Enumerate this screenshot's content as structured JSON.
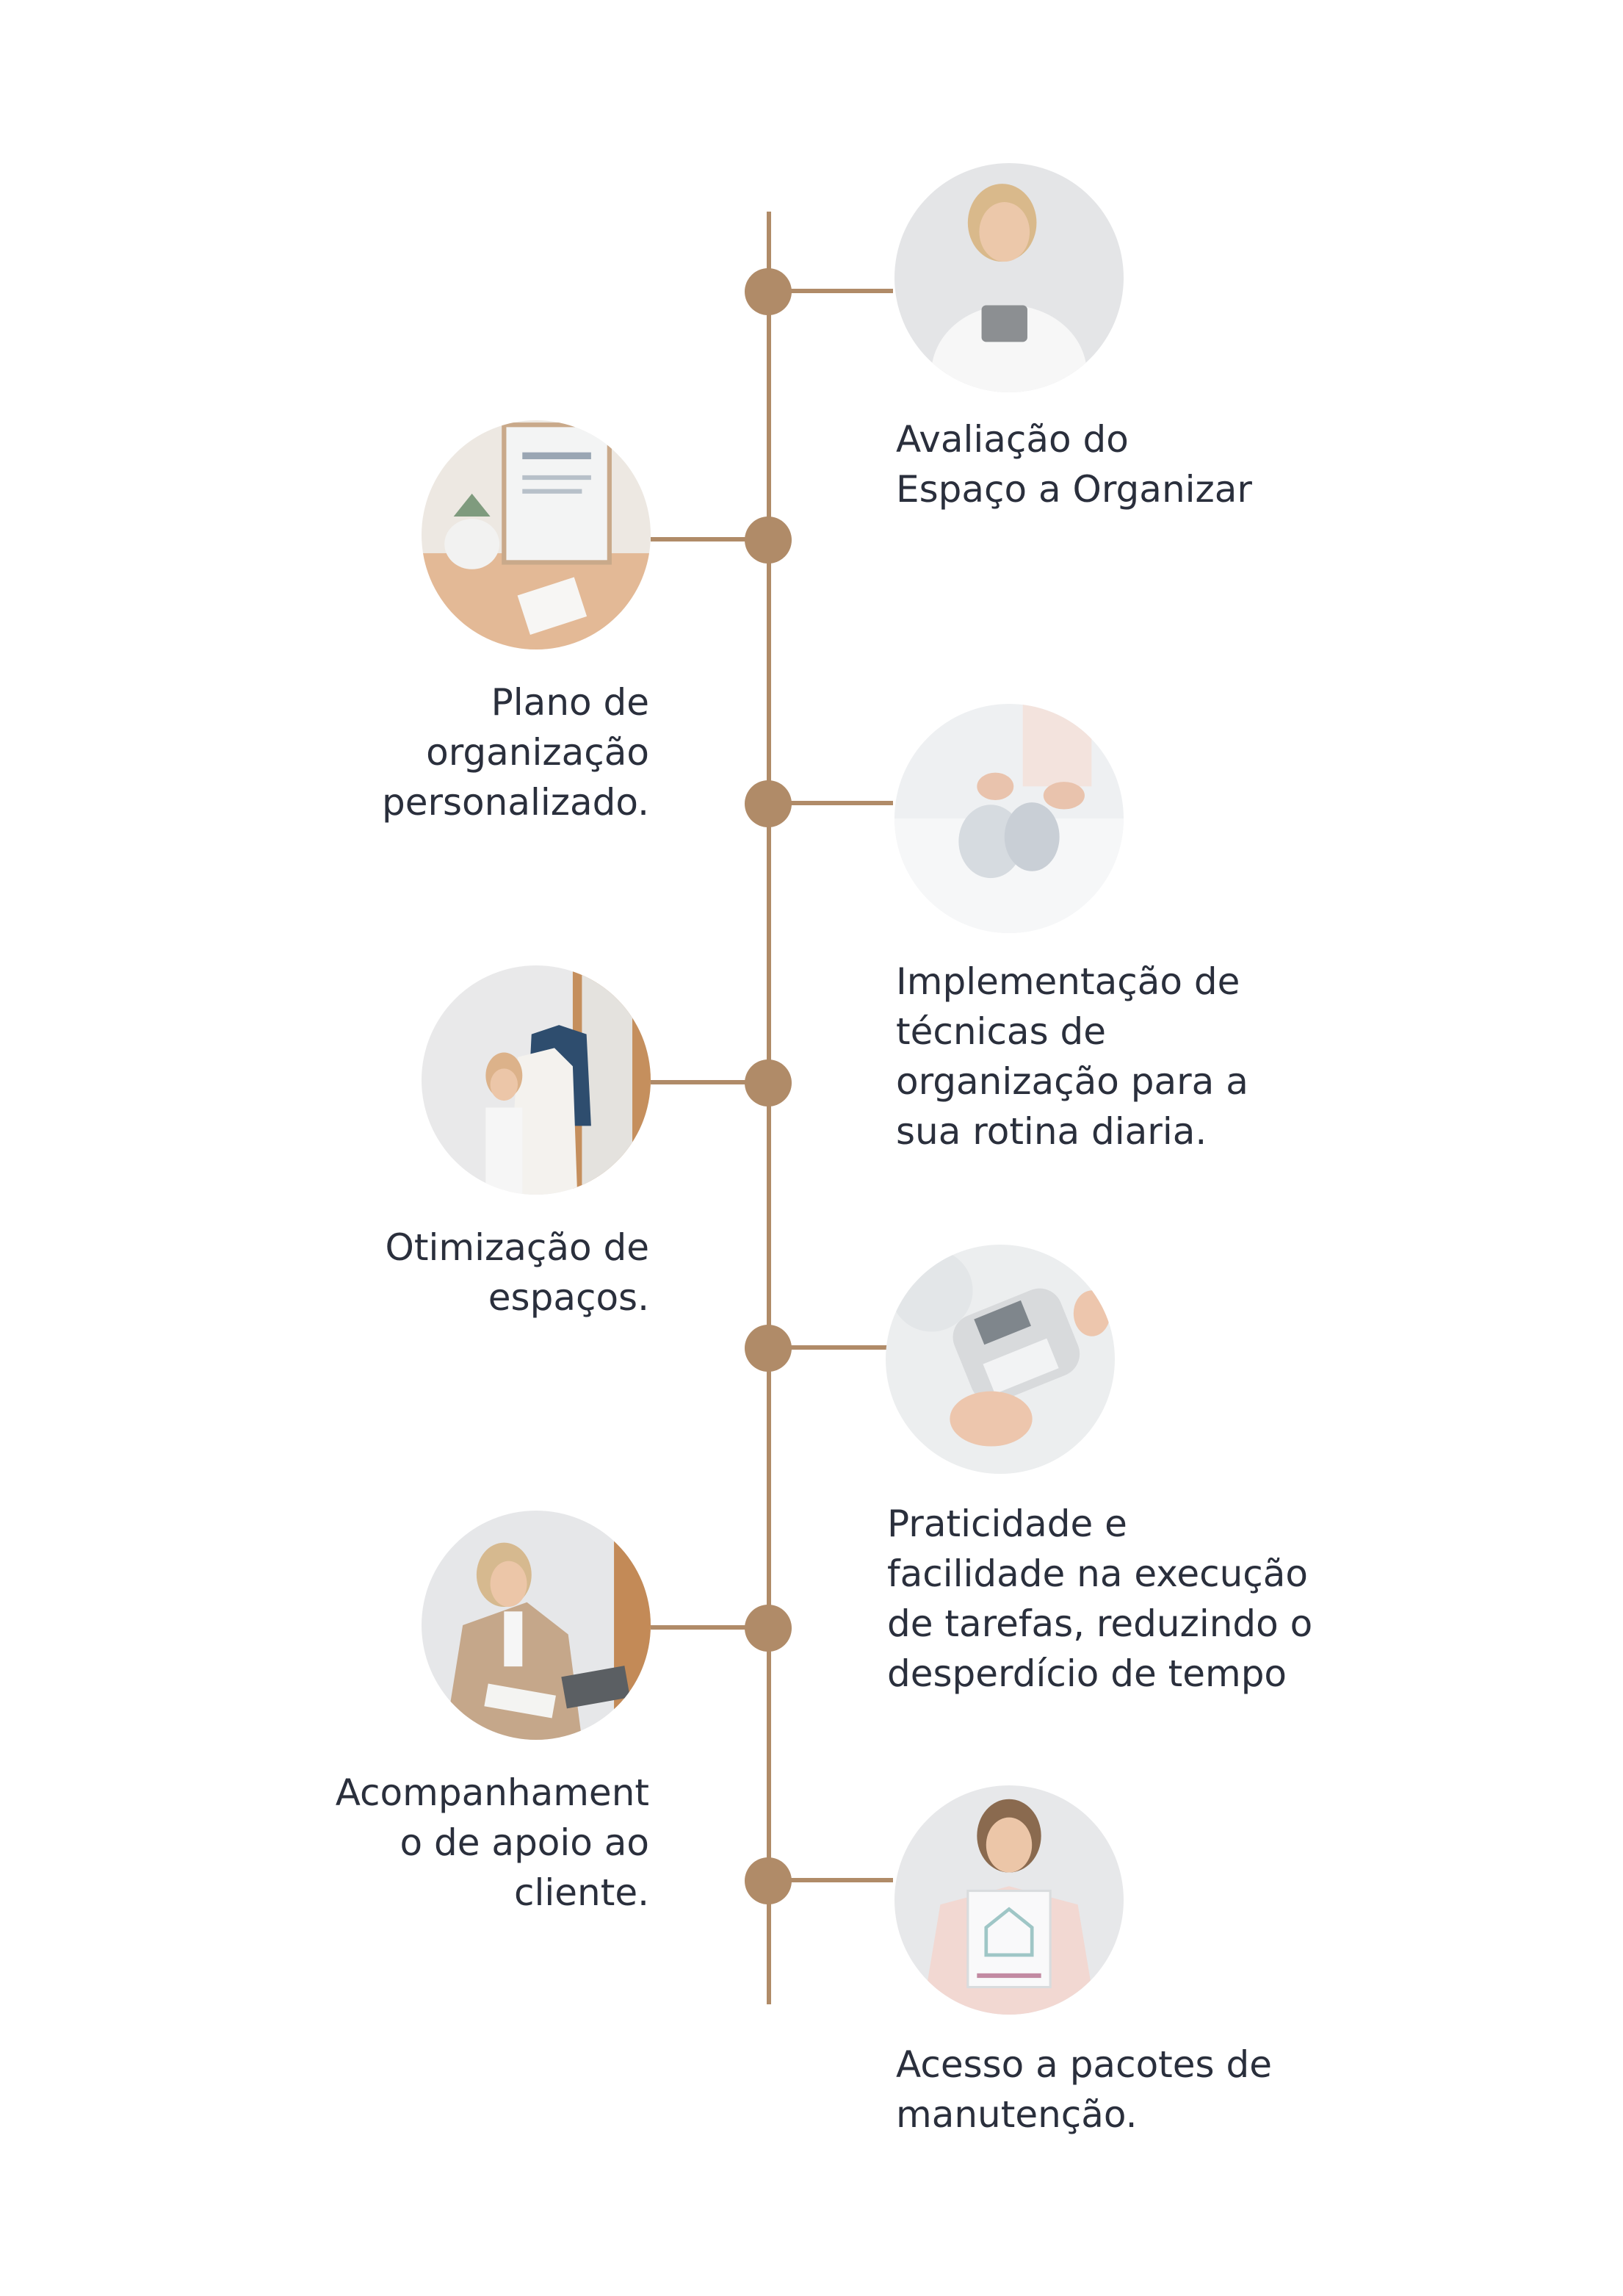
{
  "colors": {
    "accent": "#b08b68",
    "text": "#2a2f3c",
    "background": "#ffffff"
  },
  "steps": [
    {
      "side": "right",
      "photo": "woman-holding-notebook-photo",
      "lines": [
        "Avaliação do",
        "Espaço a Organizar"
      ]
    },
    {
      "side": "left",
      "photo": "dreams-frame-desk-photo",
      "lines": [
        "Plano de",
        "organização",
        "personalizado."
      ]
    },
    {
      "side": "right",
      "photo": "folding-clothes-photo",
      "lines": [
        "Implementação de",
        "técnicas de",
        "organização para a",
        "sua rotina diaria."
      ]
    },
    {
      "side": "left",
      "photo": "wardrobe-shirts-photo",
      "lines": [
        "Otimização de",
        "espaços."
      ]
    },
    {
      "side": "right",
      "photo": "label-maker-photo",
      "lines": [
        "Praticidade e",
        "facilidade na execução",
        "de tarefas, reduzindo o",
        "desperdício de tempo"
      ]
    },
    {
      "side": "left",
      "photo": "woman-reading-laptop-photo",
      "lines": [
        "Acompanhament",
        "o de apoio ao",
        "cliente."
      ]
    },
    {
      "side": "right",
      "photo": "woman-holding-card-photo",
      "lines": [
        "Acesso a pacotes de",
        "manutenção."
      ]
    }
  ]
}
